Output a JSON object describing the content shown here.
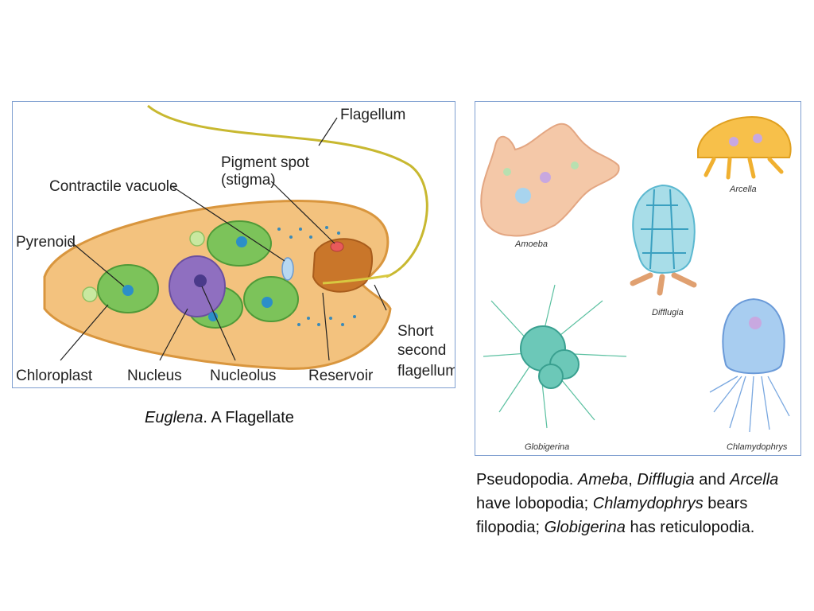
{
  "euglena": {
    "labels": {
      "flagellum": "Flagellum",
      "pigment_spot": "Pigment spot",
      "stigma": "(stigma)",
      "contractile_vacuole": "Contractile vacuole",
      "pyrenoid": "Pyrenoid",
      "short": "Short",
      "second": "second",
      "flagellum2": "flagellum",
      "chloroplast": "Chloroplast",
      "nucleus": "Nucleus",
      "nucleolus": "Nucleolus",
      "reservoir": "Reservoir"
    },
    "caption": {
      "genus": "Euglena",
      "rest": ". A Flagellate"
    }
  },
  "pseudopodia": {
    "labels": {
      "amoeba": "Amoeba",
      "arcella": "Arcella",
      "difflugia": "Difflugia",
      "globigerina": "Globigerina",
      "chlamydophrys": "Chlamydophrys"
    },
    "caption": {
      "p1": "Pseudopodia.  ",
      "ameba": "Ameba",
      "comma1": ",  ",
      "difflugia": "Difflugia",
      "and": " and ",
      "arcella": "Arcella",
      "lobo": " have lobopodia; ",
      "chlamydophrys": "Chlamydophrys",
      "filo": " bears filopodia; ",
      "globigerina": "Globigerina",
      "reticulo": " has reticulopodia."
    }
  }
}
